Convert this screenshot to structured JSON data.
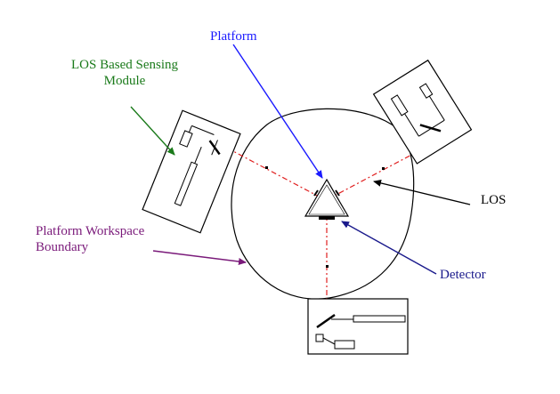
{
  "labels": {
    "platform": "Platform",
    "los_module_line1": "LOS Based Sensing",
    "los_module_line2": "Module",
    "los": "LOS",
    "workspace_line1": "Platform Workspace",
    "workspace_line2": "Boundary",
    "detector": "Detector"
  },
  "colors": {
    "platform": "#1a1aff",
    "los_module": "#1a7a1a",
    "los": "#000000",
    "workspace": "#7a1a7a",
    "detector": "#1a1a8c",
    "beam": "#e02020"
  }
}
